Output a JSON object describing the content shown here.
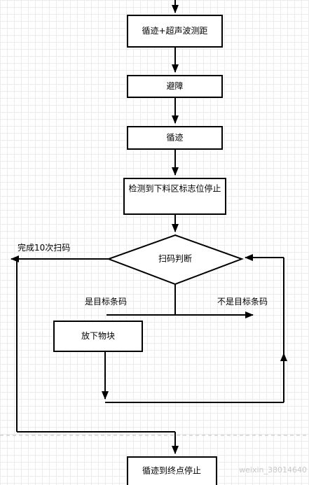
{
  "nodes": {
    "follow_ultrasonic": "循迹+超声波测距",
    "avoid_obstacle": "避障",
    "follow_line": "循迹",
    "detect_unload_stop": "检测到下料区标志位停止",
    "scan_decision": "扫码判断",
    "drop_item": "放下物块",
    "follow_to_end_stop": "循迹到终点停止"
  },
  "edge_labels": {
    "scan_done": "完成10次扫码",
    "is_target": "是目标条码",
    "not_target": "不是目标条码"
  },
  "watermark": "weixin_38014640",
  "colors": {
    "stroke": "#000000",
    "page_divider": "#bbbbbb"
  }
}
